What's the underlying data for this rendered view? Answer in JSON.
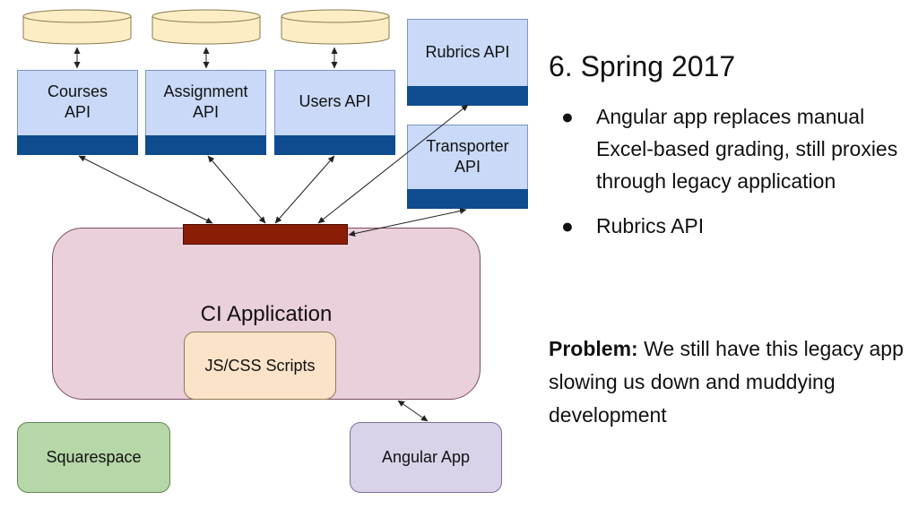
{
  "diagram": {
    "apis": {
      "courses": "Courses\nAPI",
      "assignment": "Assignment\nAPI",
      "users": "Users API",
      "rubrics": "Rubrics API",
      "transporter": "Transporter\nAPI"
    },
    "ci_application": "CI Application",
    "scripts": "JS/CSS Scripts",
    "squarespace": "Squarespace",
    "angular_app": "Angular App",
    "colors": {
      "api_fill": "#c9d9f7",
      "api_band": "#0f4c8f",
      "database_fill": "#fcedc4",
      "ci_fill": "#ead0db",
      "proxy_bar": "#8b1d06",
      "scripts_fill": "#fbe3c9",
      "squarespace_fill": "#b6d7a8",
      "angular_fill": "#d9d2e9"
    }
  },
  "slide": {
    "title": "6. Spring 2017",
    "bullets": [
      "Angular app replaces manual Excel-based grading, still proxies through legacy application",
      "Rubrics API"
    ],
    "bullet_marker": "●",
    "problem_label": "Problem:",
    "problem_text": " We still have this legacy app slowing us down and muddying development"
  }
}
